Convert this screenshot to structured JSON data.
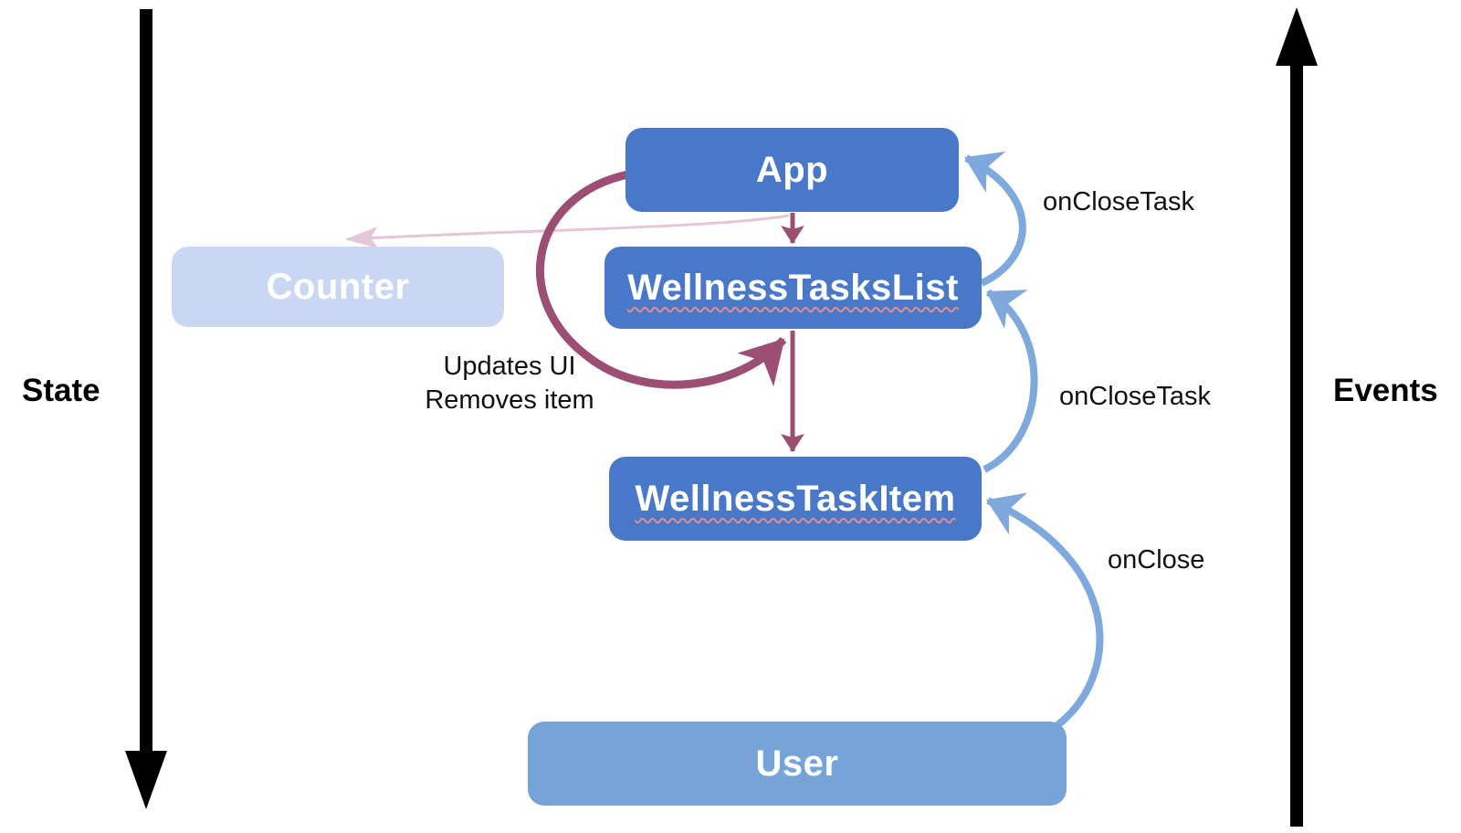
{
  "diagram": {
    "axes": {
      "state_label": "State",
      "events_label": "Events"
    },
    "boxes": {
      "app": {
        "label": "App"
      },
      "counter": {
        "label": "Counter"
      },
      "tasks_list": {
        "label": "WellnessTasksList"
      },
      "task_item": {
        "label": "WellnessTaskItem"
      },
      "user": {
        "label": "User"
      }
    },
    "edge_labels": {
      "on_close_task_top": "onCloseTask",
      "on_close_task_mid": "onCloseTask",
      "on_close": "onClose",
      "updates_line1": "Updates UI",
      "updates_line2": "Removes item"
    },
    "colors": {
      "component_blue": "#4a78c8",
      "counter_blue": "#c9d7f2",
      "user_blue": "#77a4d8",
      "event_arc_blue": "#7fa8dc",
      "state_maroon": "#9d4e74",
      "faded_pink": "#e3c7d6",
      "underline_red": "#dc9090",
      "axis_black": "#000000"
    }
  }
}
